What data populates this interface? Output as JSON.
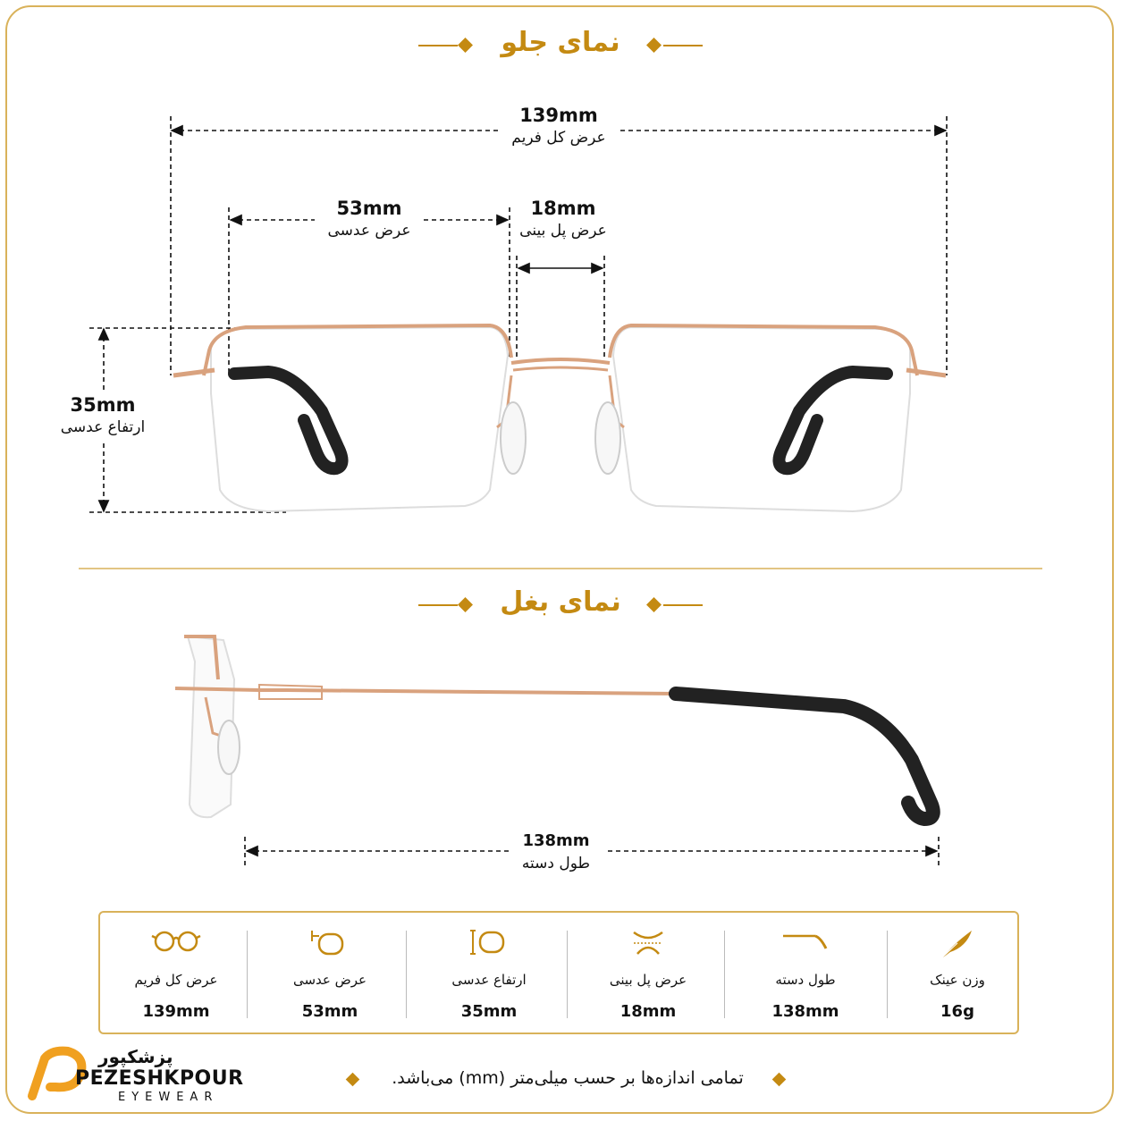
{
  "sections": {
    "front_title": "نمای جلو",
    "side_title": "نمای بغل"
  },
  "front": {
    "frame_width": {
      "value": "139mm",
      "label": "عرض کل فریم"
    },
    "lens_width": {
      "value": "53mm",
      "label": "عرض عدسی"
    },
    "bridge_width": {
      "value": "18mm",
      "label": "عرض پل بینی"
    },
    "lens_height": {
      "value": "35mm",
      "label": "ارتفاع عدسی"
    }
  },
  "side": {
    "temple_length": {
      "value": "138mm",
      "label": "طول دسته"
    }
  },
  "specs": [
    {
      "icon": "glasses-round-icon",
      "label": "عرض کل فریم",
      "value": "139mm"
    },
    {
      "icon": "lens-width-icon",
      "label": "عرض عدسی",
      "value": "53mm"
    },
    {
      "icon": "lens-height-icon",
      "label": "ارتفاع عدسی",
      "value": "35mm"
    },
    {
      "icon": "bridge-icon",
      "label": "عرض پل بینی",
      "value": "18mm"
    },
    {
      "icon": "temple-icon",
      "label": "طول دسته",
      "value": "138mm"
    },
    {
      "icon": "feather-icon",
      "label": "وزن عینک",
      "value": "16g"
    }
  ],
  "footer": {
    "note": "تمامی اندازه‌ها بر حسب میلی‌متر (mm) می‌باشد.",
    "brand_fa": "پزشکپور",
    "brand_en": "PEZESHKPOUR",
    "brand_sub": "EYEWEAR"
  },
  "colors": {
    "accent": "#c48a12",
    "frame_gold": "#d9a27e",
    "border": "#d9b25a"
  }
}
